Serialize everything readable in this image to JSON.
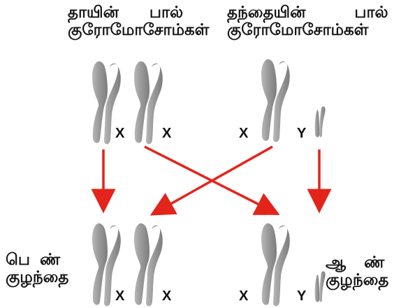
{
  "labels": {
    "mother": [
      "தாயின் பால்",
      "குரோமோசோம்கள்"
    ],
    "father": [
      "தந்தையின் பால்",
      "குரோமோசோம்கள்"
    ],
    "girl": [
      "பெண்",
      "குழந்தை"
    ],
    "boy": [
      "ஆண்",
      "குழந்தை"
    ]
  },
  "chromosome_letters": {
    "mother_1": "X",
    "mother_2": "X",
    "father_x": "X",
    "father_y": "Y",
    "girl_1": "X",
    "girl_2": "X",
    "boy_x": "X",
    "boy_y": "Y"
  },
  "colors": {
    "chromosome": "#9a9a9a",
    "chromosome_dark": "#7c7c7c",
    "chromosome_light": "#c4c4c4",
    "arrow": "#e3241b",
    "text": "#141414"
  }
}
